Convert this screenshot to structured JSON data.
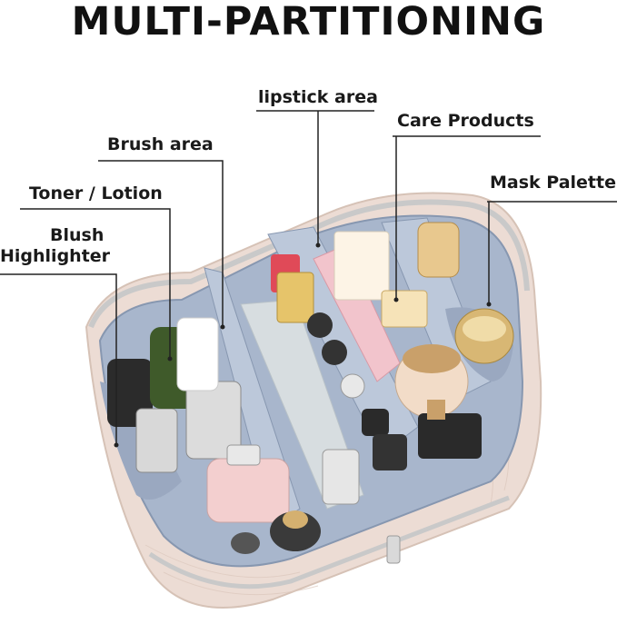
{
  "title": "MULTI-PARTITIONING",
  "labels": {
    "lipstick": "lipstick area",
    "care": "Care Products",
    "brush": "Brush area",
    "mask": "Mask Palette",
    "toner": "Toner / Lotion",
    "blush": "Blush",
    "highlighter": "Highlighter"
  },
  "colors": {
    "bag_shell": "#ecdcd4",
    "lining": "#a8b6cc",
    "lining_dark": "#8797b0",
    "zipper": "#c9c9c9",
    "leader_line": "#222222"
  }
}
